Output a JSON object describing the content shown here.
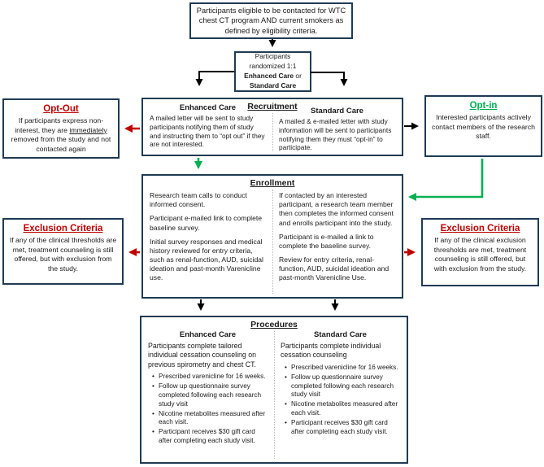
{
  "colors": {
    "box_border": "#1f3b54",
    "red": "#c00000",
    "green": "#00b050",
    "text": "#1a1a1a",
    "divider_gray": "#b5b5b5"
  },
  "top_box": {
    "text": "Participants eligible to be contacted for WTC chest CT program AND current smokers as defined by eligibility criteria."
  },
  "randomization_box": {
    "line1": "Participants",
    "line2": "randomized 1:1",
    "line3_bold": "Enhanced Care",
    "line3_rest": " or",
    "line4_bold": "Standard Care"
  },
  "opt_out_box": {
    "title": "Opt-Out",
    "body_pre": "If participants express non-interest, they are ",
    "body_underlined": "immediately",
    "body_post": " removed from the study and not contacted again"
  },
  "opt_in_box": {
    "title": "Opt-in",
    "body": "Interested participants actively contact members of the research staff."
  },
  "recruitment_box": {
    "title": "Recruitment",
    "enhanced": {
      "header": "Enhanced Care",
      "body": "A mailed letter will be sent to study participants notifying them of study and instructing them to “opt out” if they are not interested."
    },
    "standard": {
      "header": "Standard Care",
      "body": "A mailed & e-mailed letter with study information will be sent to participants notifying them they must “opt-in” to participate."
    }
  },
  "enrollment_box": {
    "title": "Enrollment",
    "enhanced": {
      "paragraphs": [
        "Research team calls to conduct informed consent.",
        "Participant e-mailed link to complete baseline survey.",
        "Initial survey responses and medical history reviewed for entry criteria, such as renal-function, AUD, suicidal ideation and past-month Varenicline use."
      ]
    },
    "standard": {
      "paragraphs": [
        "If contacted by an interested participant, a research team member then completes the informed consent and enrolls participant into the study.",
        "Participant is e-mailed a link to complete the baseline survey.",
        "Review for entry criteria, renal-function, AUD, suicidal ideation and past-month Varenicline Use."
      ]
    }
  },
  "exclusion_left_box": {
    "title": "Exclusion Criteria",
    "body": "If any of the clinical thresholds are met, treatment counseling is still offered, but with exclusion from the study."
  },
  "exclusion_right_box": {
    "title": "Exclusion Criteria",
    "body": "If any of the clinical exclusion thresholds are met, treatment counseling is still offered, but with exclusion from the study."
  },
  "procedures_box": {
    "title": "Procedures",
    "enhanced": {
      "header": "Enhanced Care",
      "intro": "Participants complete tailored individual cessation counseling on previous spirometry and chest CT.",
      "bullets": [
        "Prescribed varenicline for 16 weeks.",
        "Follow up questionnaire survey completed following each research study visit",
        "Nicotine metabolites measured after each visit.",
        "Participant receives $30 gift card after completing each study visit."
      ]
    },
    "standard": {
      "header": "Standard Care",
      "intro": "Participants complete individual cessation counseling",
      "bullets": [
        "Prescribed varenicline for 16 weeks.",
        "Follow up questionnaire survey completed following each research study visit",
        "Nicotine metabolites measured after each visit.",
        "Participant receives $30 gift card after completing each study visit."
      ]
    }
  }
}
